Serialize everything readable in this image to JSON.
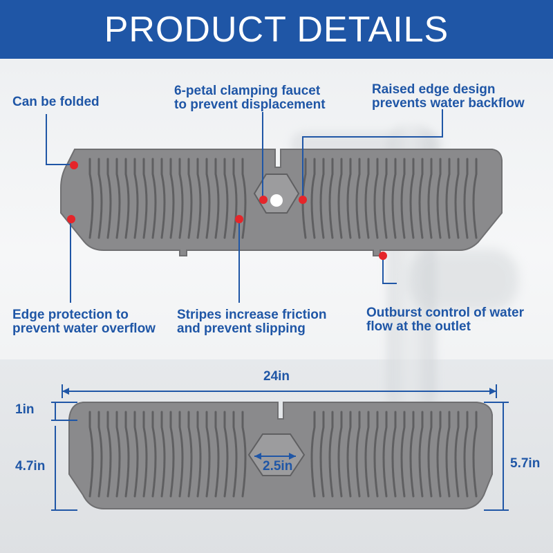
{
  "header": {
    "title": "PRODUCT DETAILS"
  },
  "callouts": {
    "folded": "Can be folded",
    "clamping": "6-petal clamping faucet\nto prevent displacement",
    "raised_edge": "Raised edge design\nprevents water backflow",
    "edge_protection": "Edge protection to\nprevent water overflow",
    "stripes": "Stripes increase friction\n and prevent slipping",
    "outburst": "Outburst control of water\nflow at the outlet"
  },
  "dimensions": {
    "width": "24in",
    "slot": "1in",
    "inner_height": "4.7in",
    "total_height": "5.7in",
    "hole": "2.5in"
  },
  "colors": {
    "accent": "#1f56a6",
    "marker": "#e5252a",
    "mat": "#8a8a8c"
  },
  "icons": {
    "marker": "red-dot-marker"
  }
}
